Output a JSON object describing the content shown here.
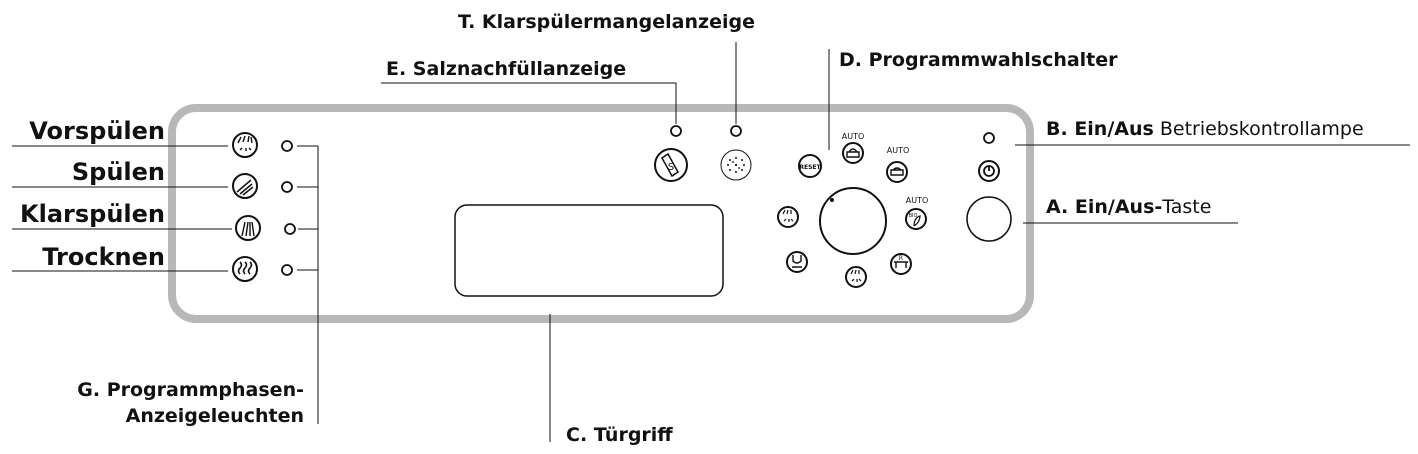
{
  "phase_labels": {
    "pre_rinse": "Vorspülen",
    "wash": "Spülen",
    "rinse": "Klarspülen",
    "dry": "Trocknen"
  },
  "callouts": {
    "rinse_aid": "T. Klarspülermangelanzeige",
    "salt": "E. Salznachfüllanzeige",
    "program_selector": "D. Programmwahlschalter",
    "onoff_lamp_bold": "B.  Ein/Aus",
    "onoff_lamp_rest": " Betriebskontrollampe",
    "onoff_button_bold": "A.  Ein/Aus-",
    "onoff_button_rest": "Taste",
    "phase_lights_line1": "G. Programmphasen-",
    "phase_lights_line2": "Anzeigeleuchten",
    "door_handle": "C. Türgriff"
  },
  "panel": {
    "reset_label": "RESET",
    "auto_label": "AUTO",
    "bio_label": "BIO",
    "salt_symbol": "S",
    "r_symbol": "R"
  },
  "icons": [
    "pre-rinse-icon",
    "wash-icon",
    "rinse-icon",
    "dry-icon",
    "salt-icon",
    "rinse-aid-icon",
    "power-icon",
    "reset-icon",
    "auto-intensive-icon",
    "auto-normal-icon",
    "auto-bio-icon",
    "pre-rinse-program-icon",
    "rinse-hold-icon",
    "rinse-program-icon",
    "r-program-icon"
  ]
}
